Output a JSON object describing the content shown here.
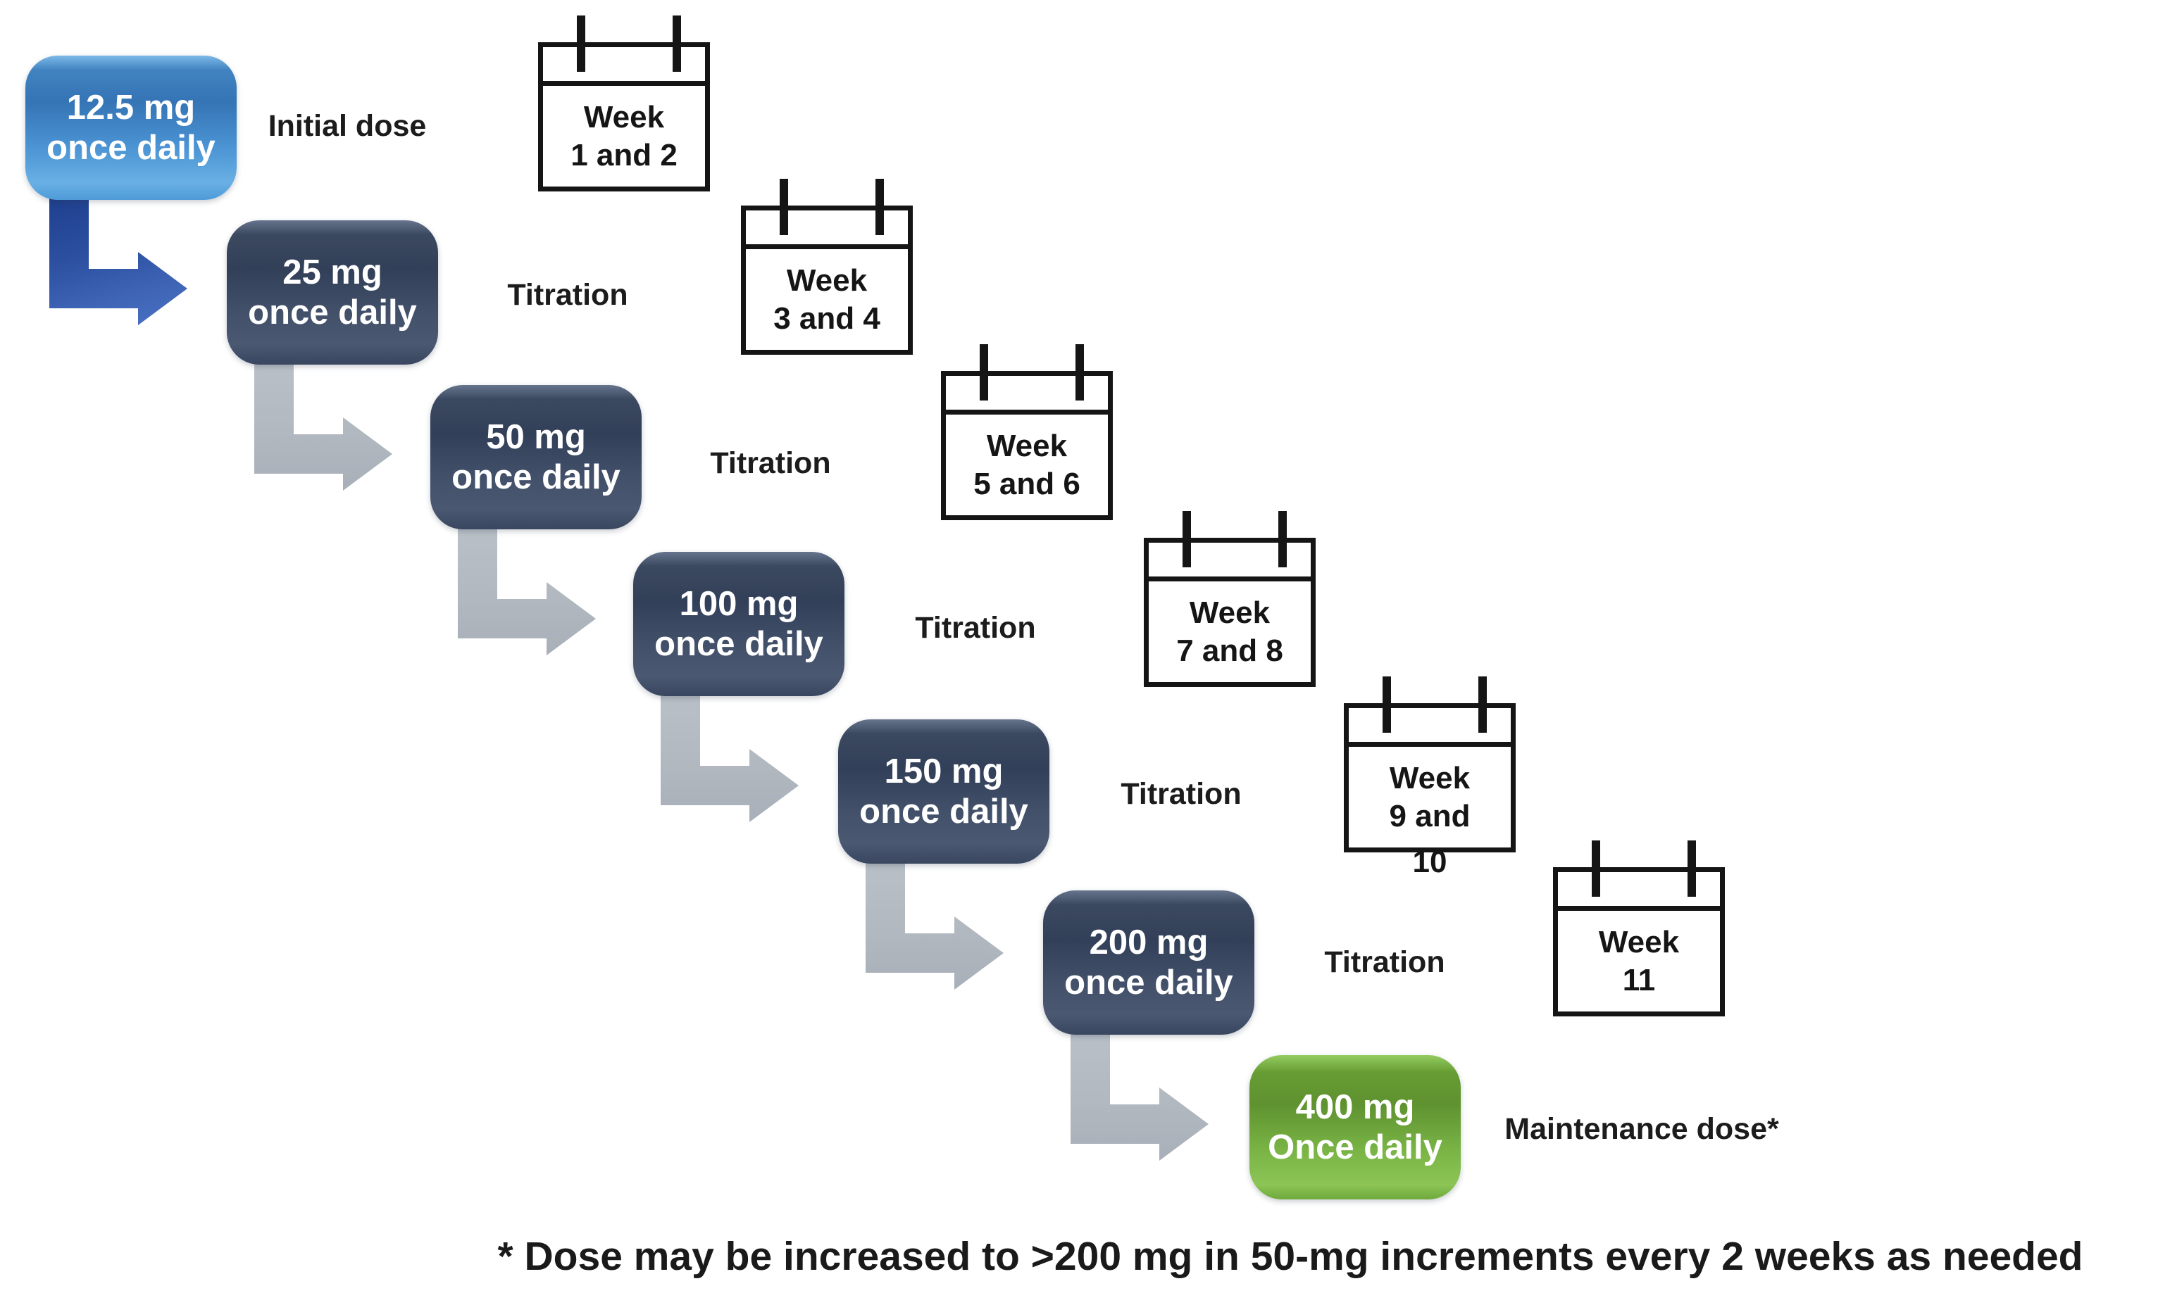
{
  "figure": {
    "type": "dose-titration-flowchart",
    "boxes": [
      {
        "line1": "12.5 mg",
        "line2": "once daily",
        "role": "initial"
      },
      {
        "line1": "25 mg",
        "line2": "once daily",
        "role": "titration"
      },
      {
        "line1": "50 mg",
        "line2": "once daily",
        "role": "titration"
      },
      {
        "line1": "100 mg",
        "line2": "once daily",
        "role": "titration"
      },
      {
        "line1": "150 mg",
        "line2": "once daily",
        "role": "titration"
      },
      {
        "line1": "200 mg",
        "line2": "once daily",
        "role": "titration"
      },
      {
        "line1": "400 mg",
        "line2": "Once daily",
        "role": "maintenance"
      }
    ],
    "stage_labels": {
      "initial": "Initial dose",
      "titration": "Titration",
      "maintenance": "Maintenance dose*"
    },
    "calendars": [
      {
        "line1": "Week",
        "line2": "1 and 2"
      },
      {
        "line1": "Week",
        "line2": "3 and 4"
      },
      {
        "line1": "Week",
        "line2": "5 and 6"
      },
      {
        "line1": "Week",
        "line2": "7 and 8"
      },
      {
        "line1": "Week",
        "line2": "9 and",
        "overflow": "10"
      },
      {
        "line1": "Week",
        "line2": "11"
      }
    ],
    "footnote": "* Dose may be increased to >200 mg in 50-mg increments every 2 weeks as needed",
    "colors": {
      "initial_box": "#4288c8",
      "titration_box": "#3d4e68",
      "maintenance_box": "#6fa93c",
      "first_arrow": "#2f4f9f",
      "arrow_gray": "#b2b8c0",
      "calendar_ink": "#151515",
      "box_text": "#ffffff",
      "label_ink": "#1c1c1c"
    }
  }
}
